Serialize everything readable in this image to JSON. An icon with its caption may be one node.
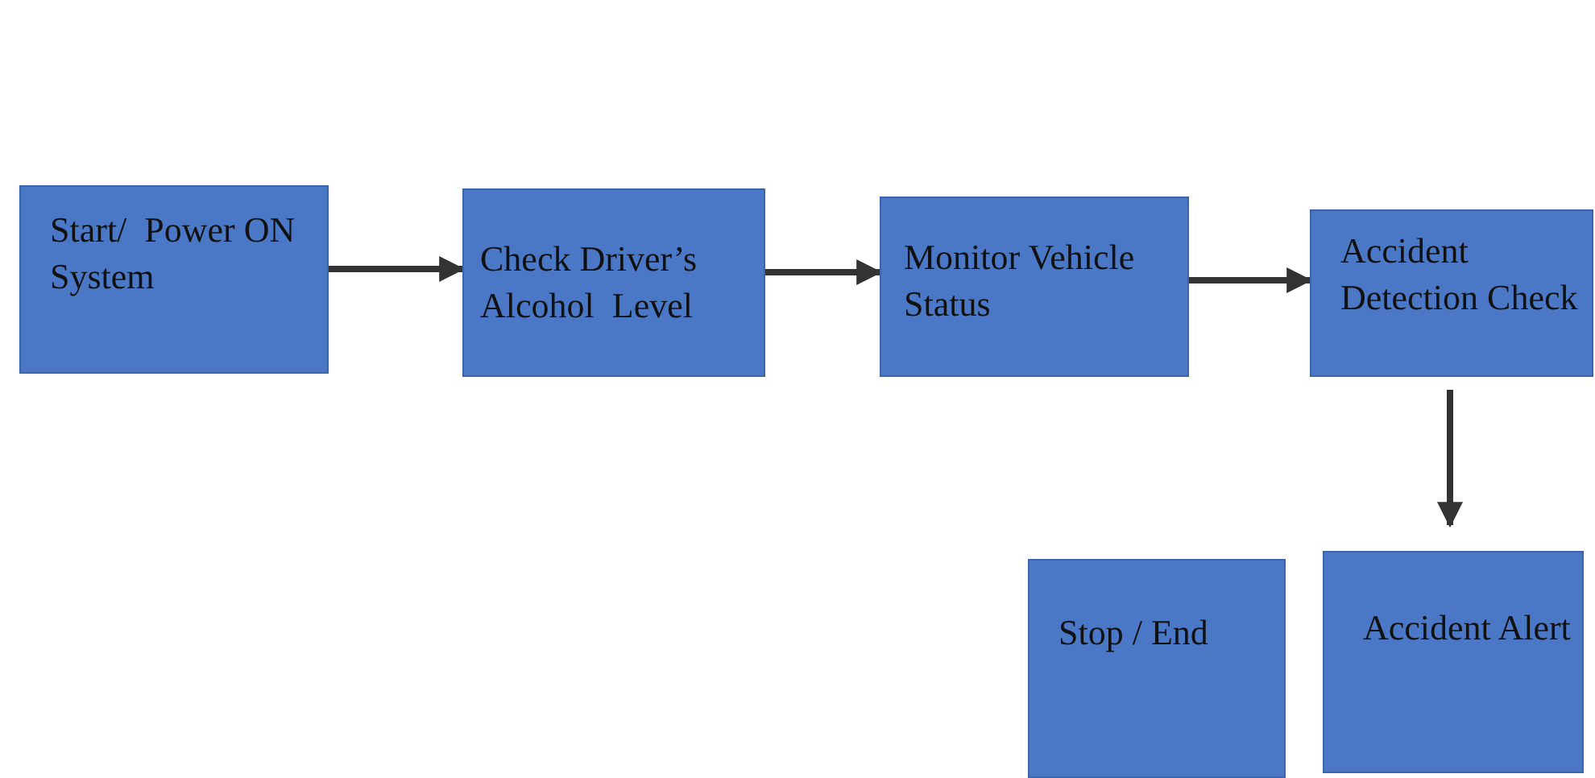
{
  "diagram": {
    "nodes": [
      {
        "text": [
          "Start/  Power ON System"
        ]
      },
      {
        "text": [
          "Check Driver’s Alcohol  Level"
        ]
      },
      {
        "text": [
          "Monitor Vehicle Status"
        ]
      },
      {
        "text": [
          "Accident Detection Check"
        ]
      },
      {
        "text": [
          "Stop / End"
        ]
      },
      {
        "text": [
          "Accident Alert"
        ]
      }
    ],
    "edges": [
      {
        "from": 0,
        "to": 1,
        "arrow": "to"
      },
      {
        "from": 1,
        "to": 2,
        "arrow": "to"
      },
      {
        "from": 2,
        "to": 3,
        "arrow": "to"
      },
      {
        "from": 3,
        "to": 5,
        "arrow": "to"
      }
    ]
  }
}
